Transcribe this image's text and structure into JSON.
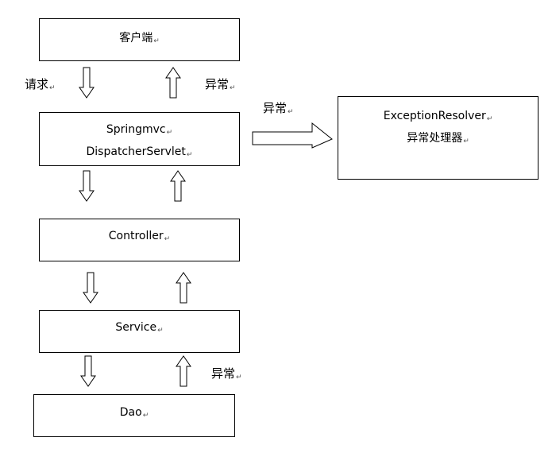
{
  "diagram": {
    "client_box": {
      "label": "客户端"
    },
    "dispatcher_box": {
      "line1": "Springmvc",
      "line2": "DispatcherServlet"
    },
    "controller_box": {
      "label": "Controller"
    },
    "service_box": {
      "label": "Service"
    },
    "dao_box": {
      "label": "Dao"
    },
    "resolver_box": {
      "line1": "ExceptionResolver",
      "line2": "异常处理器"
    },
    "labels": {
      "request": "请求",
      "exception_client": "异常",
      "exception_resolver": "异常",
      "exception_dao": "异常"
    },
    "paragraph_mark": "↵"
  }
}
